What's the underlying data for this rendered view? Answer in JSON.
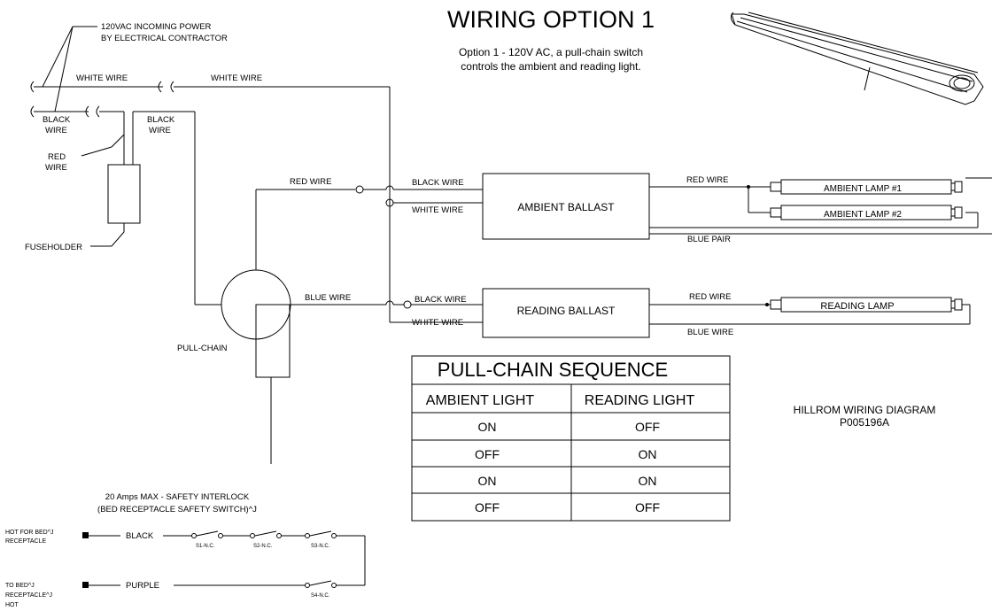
{
  "title": "WIRING OPTION 1",
  "subtitle_line1": "Option 1 - 120V AC, a pull-chain switch",
  "subtitle_line2": "controls the ambient and reading light.",
  "labels": {
    "incoming_power_1": "120VAC INCOMING POWER",
    "incoming_power_2": "BY ELECTRICAL CONTRACTOR",
    "white_wire": "WHITE WIRE",
    "black": "BLACK",
    "wire": "WIRE",
    "red": "RED",
    "red_wire": "RED WIRE",
    "black_wire": "BLACK WIRE",
    "blue_wire": "BLUE WIRE",
    "blue_pair": "BLUE PAIR",
    "fuseholder": "FUSEHOLDER",
    "pull_chain": "PULL-CHAIN"
  },
  "components": {
    "ambient_ballast": "AMBIENT BALLAST",
    "reading_ballast": "READING BALLAST",
    "ambient_lamp_1": "AMBIENT LAMP #1",
    "ambient_lamp_2": "AMBIENT LAMP #2",
    "reading_lamp": "READING LAMP"
  },
  "sequence_table": {
    "title": "PULL-CHAIN SEQUENCE",
    "headers": [
      "AMBIENT LIGHT",
      "READING LIGHT"
    ],
    "rows": [
      [
        "ON",
        "OFF"
      ],
      [
        "OFF",
        "ON"
      ],
      [
        "ON",
        "ON"
      ],
      [
        "OFF",
        "OFF"
      ]
    ]
  },
  "diagram_id": {
    "line1": "HILLROM WIRING DIAGRAM",
    "line2": "P005196A"
  },
  "interlock": {
    "heading1": "20 Amps MAX - SAFETY INTERLOCK",
    "heading2": "(BED RECEPTACLE SAFETY SWITCH)^J",
    "hot_label1": "HOT FOR BED^J",
    "hot_label2": "RECEPTACLE",
    "to_label1": "TO BED^J",
    "to_label2": "RECEPTACLE^J",
    "to_label3": "HOT",
    "wire_black": "BLACK",
    "wire_purple": "PURPLE",
    "switches": [
      "S1-N.C.",
      "S2-N.C.",
      "S3-N.C.",
      "S4-N.C."
    ]
  }
}
